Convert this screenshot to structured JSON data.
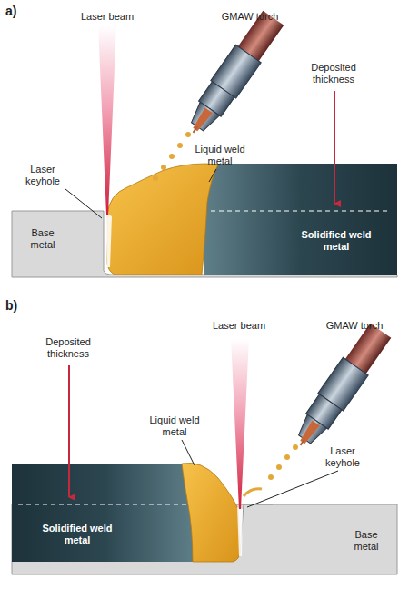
{
  "diagram": {
    "labels": [
      "a)",
      "Laser beam",
      "GMAW torch",
      "Deposited thickness",
      "Laser keyhole",
      "Liquid weld metal",
      "Solidified weld metal",
      "Base metal",
      "b)",
      "Laser beam",
      "GMAW torch",
      "Deposited thickness",
      "Liquid weld metal",
      "Laser keyhole",
      "Solidified weld metal",
      "Base metal"
    ]
  }
}
